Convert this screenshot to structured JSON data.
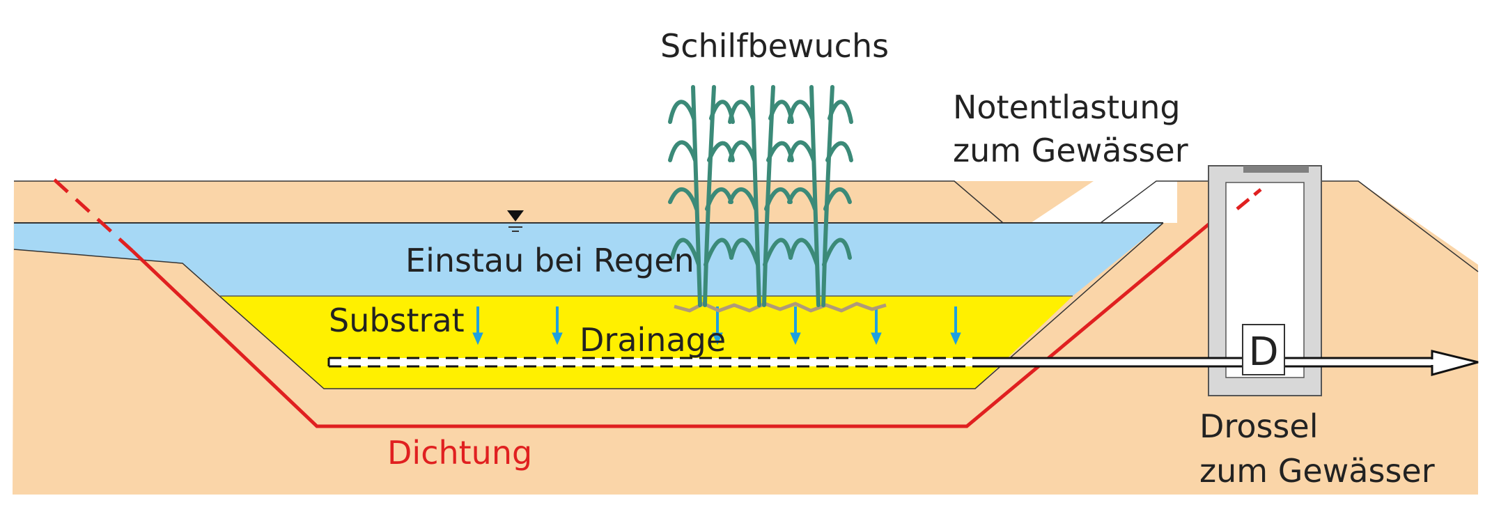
{
  "labels": {
    "reed": "Schilfbewuchs",
    "overflow_line1": "Notentlastung",
    "overflow_line2": "zum Gewässer",
    "ponding": "Einstau bei Regen",
    "substrate": "Substrat",
    "drainage": "Drainage",
    "seal": "Dichtung",
    "throttle_line1": "Drossel",
    "throttle_line2": "zum Gewässer",
    "throttle_symbol": "D"
  },
  "icons": {
    "water_level": "water-level-triangle-icon",
    "infiltration": "down-arrow-icon",
    "outflow": "right-arrow-icon"
  },
  "colors": {
    "ground": "#fad5a8",
    "water": "#a6d8f5",
    "substrate": "#fff000",
    "seal": "#e02020",
    "reed": "#3b8a78",
    "roots": "#b09a78",
    "infiltration_arrow": "#1ea0e0",
    "shaft": "#d8d8d8",
    "lid": "#808080",
    "outline": "#333333"
  }
}
